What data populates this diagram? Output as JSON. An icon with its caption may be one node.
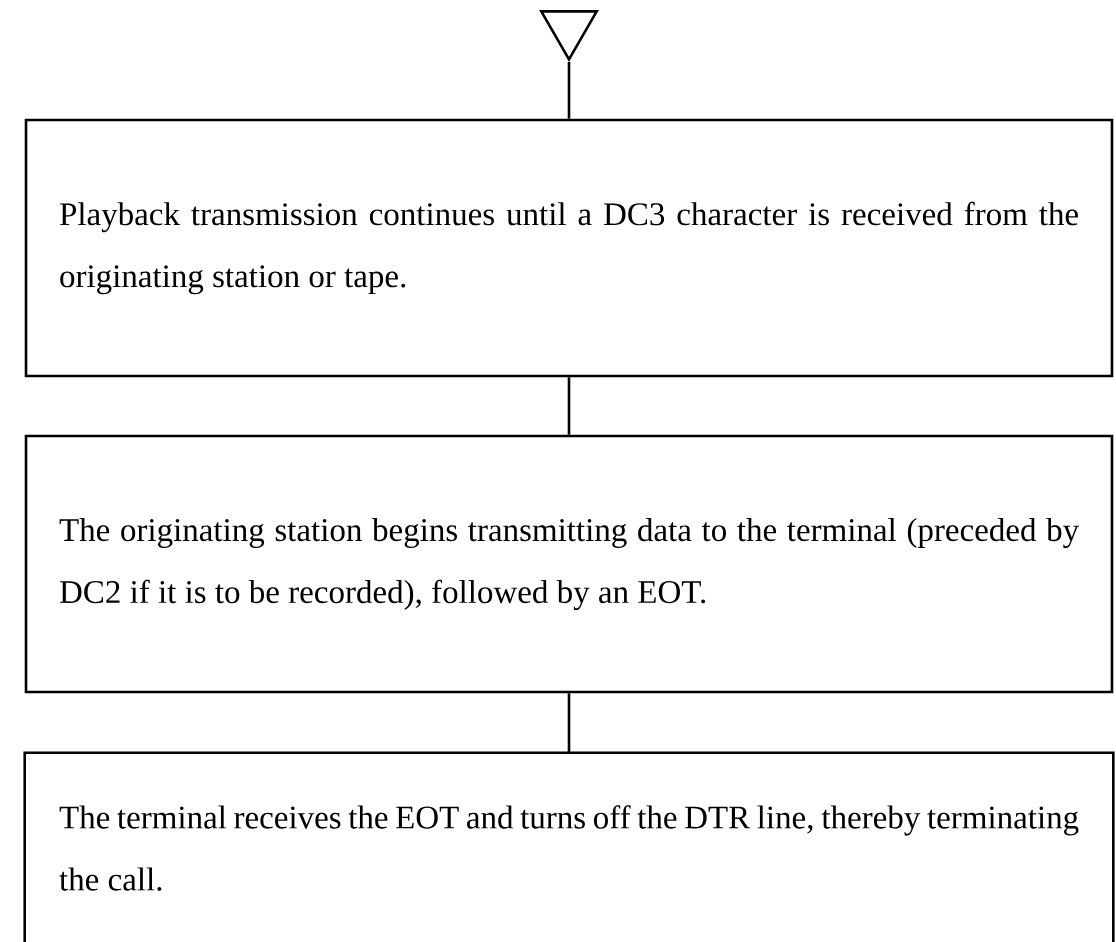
{
  "diagram": {
    "nodes": [
      {
        "text": [],
        "shape": "triangle"
      },
      {
        "text": [
          "Playback transmission continues until a DC3 character is received from the originating station or tape."
        ]
      },
      {
        "text": [
          "The originating station begins transmitting data to the terminal (preceded by DC2 if it is to be recorded), followed by an EOT."
        ]
      },
      {
        "text": [
          "The terminal receives the EOT and turns off the DTR line, thereby terminating the call."
        ]
      }
    ],
    "edges": [
      {
        "from": 0,
        "to": 1,
        "arrow": "none"
      },
      {
        "from": 1,
        "to": 2,
        "arrow": "none"
      },
      {
        "from": 2,
        "to": 3,
        "arrow": "none"
      }
    ]
  }
}
